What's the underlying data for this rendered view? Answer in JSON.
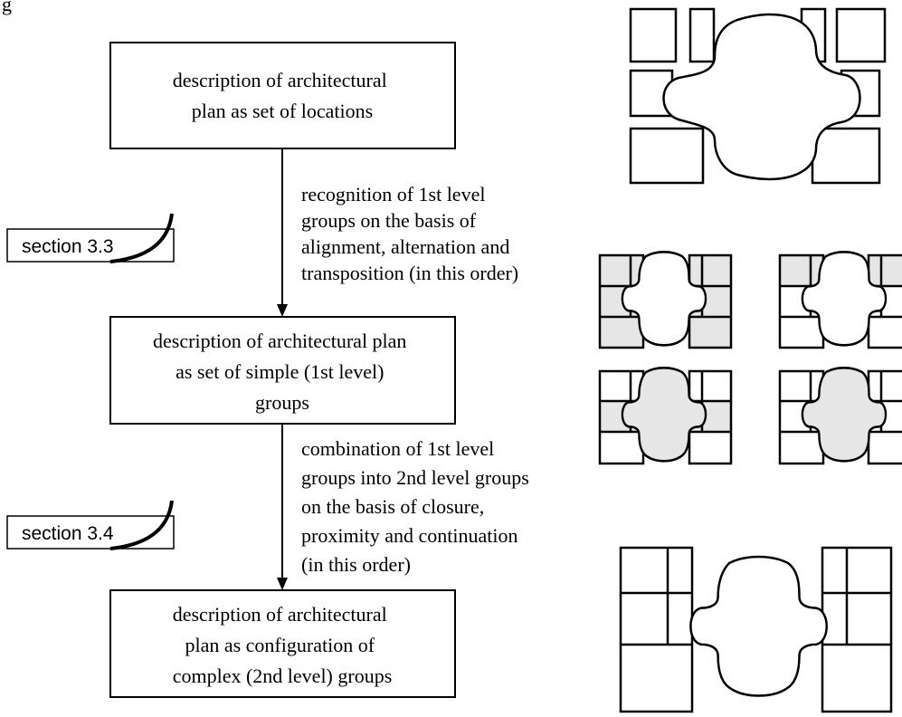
{
  "fig_label": "g",
  "nodes": [
    {
      "lines": [
        "description of architectural",
        "plan as set of locations"
      ]
    },
    {
      "lines": [
        "description of architectural plan",
        "as set of simple (1st level)",
        "groups"
      ]
    },
    {
      "lines": [
        "description of architectural",
        "plan as configuration of",
        "complex (2nd level) groups"
      ]
    }
  ],
  "edges": [
    {
      "lines": [
        "recognition of 1st level",
        "groups on the basis of",
        "alignment, alternation and",
        "transposition (in this order)"
      ]
    },
    {
      "lines": [
        "combination of 1st level",
        "groups into 2nd level groups",
        "on the basis of closure,",
        "proximity and continuation",
        "(in this order)"
      ]
    }
  ],
  "section_tags": [
    "section 3.3",
    "section 3.4"
  ],
  "colors": {
    "stroke": "#000000",
    "highlight": "#e6e6e6",
    "background": "#ffffff"
  }
}
